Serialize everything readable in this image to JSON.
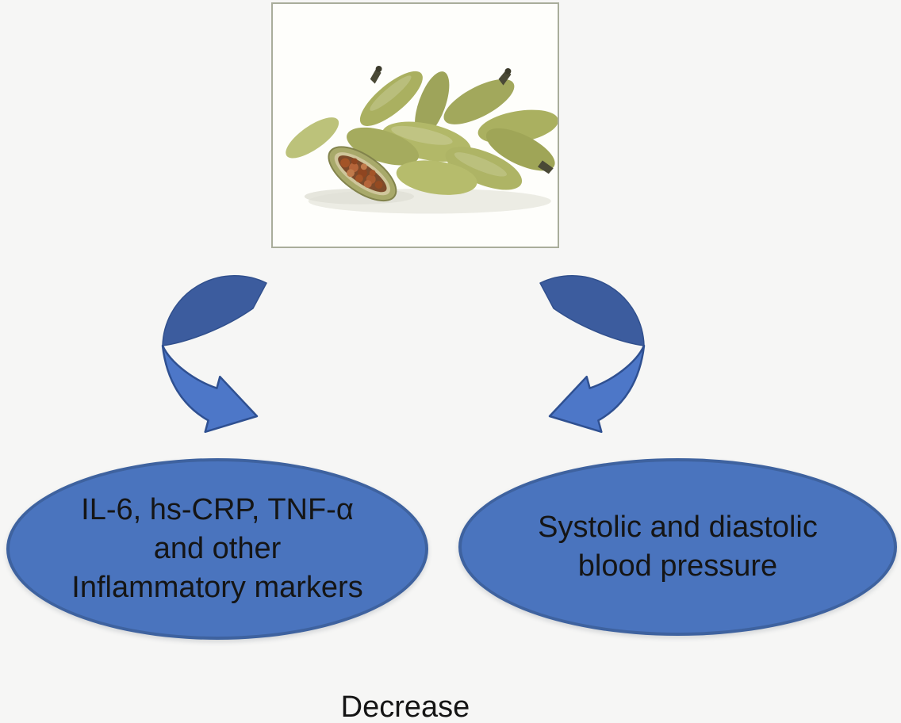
{
  "figure": {
    "photo": {
      "icon": "cardamom-pods-photo",
      "content": "green cardamom pods, one split open showing reddish-brown seeds"
    },
    "arrows": {
      "left_icon": "curved-arrow-down-right",
      "right_icon": "curved-arrow-down-left"
    },
    "nodes": {
      "left": {
        "lines": [
          "IL-6, hs-CRP, TNF-α",
          "and other",
          "Inflammatory markers"
        ]
      },
      "right": {
        "lines": [
          "Systolic and diastolic",
          "blood pressure"
        ]
      }
    },
    "caption": "Decrease",
    "colors": {
      "node_fill": "#4a74be",
      "node_border": "#3e629f",
      "arrow_dark": "#3c5c9e",
      "arrow_light": "#4d77c8",
      "arrow_outline": "#2f5091",
      "background": "#f6f6f5",
      "text": "#151515",
      "photo_frame_border": "#a9ad9b",
      "pod_green": "#a9af63",
      "seed_brown": "#a35427"
    }
  }
}
